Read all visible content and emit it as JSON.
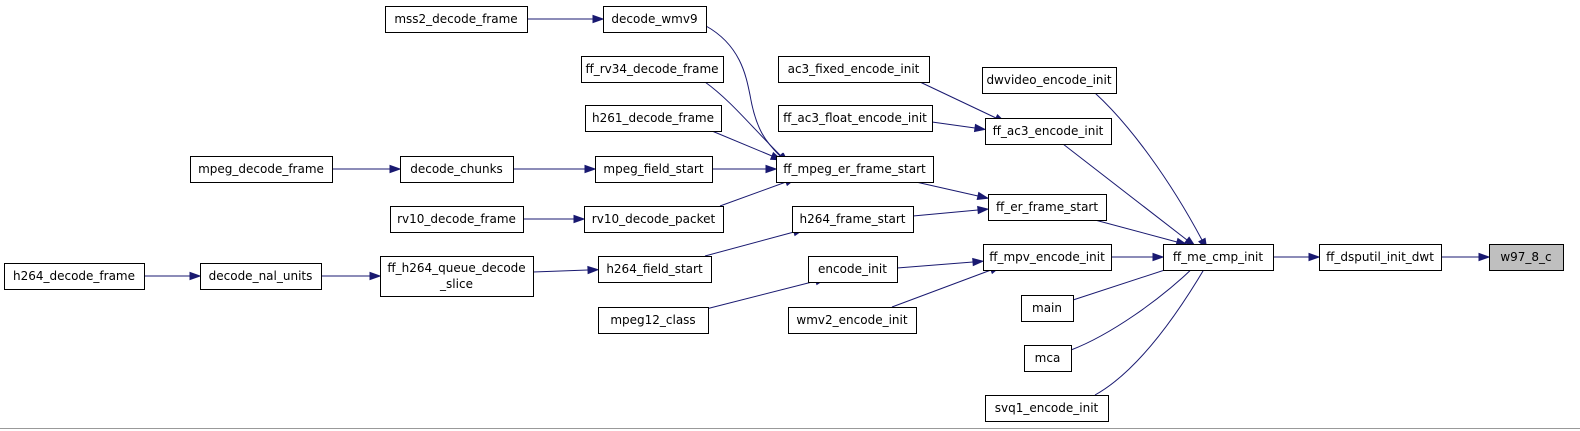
{
  "colors": {
    "edge": "#191970",
    "highlight_fill": "#bfbfbf",
    "node_fill": "#ffffff",
    "node_stroke": "#000000"
  },
  "graph": {
    "highlighted_node": "w97_8_c",
    "nodes": {
      "mss2": {
        "lines": [
          "mss2_decode_frame"
        ]
      },
      "dwmv9": {
        "lines": [
          "decode_wmv9"
        ]
      },
      "rv34": {
        "lines": [
          "ff_rv34_decode_frame"
        ]
      },
      "h261": {
        "lines": [
          "h261_decode_frame"
        ]
      },
      "mpegdec": {
        "lines": [
          "mpeg_decode_frame"
        ]
      },
      "chunks": {
        "lines": [
          "decode_chunks"
        ]
      },
      "field": {
        "lines": [
          "mpeg_field_start"
        ]
      },
      "rv10f": {
        "lines": [
          "rv10_decode_frame"
        ]
      },
      "rv10p": {
        "lines": [
          "rv10_decode_packet"
        ]
      },
      "h264df": {
        "lines": [
          "h264_decode_frame"
        ]
      },
      "nal": {
        "lines": [
          "decode_nal_units"
        ]
      },
      "queue": {
        "lines": [
          "ff_h264_queue_decode",
          "_slice"
        ]
      },
      "h264fs": {
        "lines": [
          "h264_field_start"
        ]
      },
      "h264frm": {
        "lines": [
          "h264_frame_start"
        ]
      },
      "mpeg12": {
        "lines": [
          "mpeg12_class"
        ]
      },
      "ac3fixed": {
        "lines": [
          "ac3_fixed_encode_init"
        ]
      },
      "ac3float": {
        "lines": [
          "ff_ac3_float_encode_init"
        ]
      },
      "ac3enc": {
        "lines": [
          "ff_ac3_encode_init"
        ]
      },
      "ermpeg": {
        "lines": [
          "ff_mpeg_er_frame_start"
        ]
      },
      "erframe": {
        "lines": [
          "ff_er_frame_start"
        ]
      },
      "encinit": {
        "lines": [
          "encode_init"
        ]
      },
      "wmv2": {
        "lines": [
          "wmv2_encode_init"
        ]
      },
      "mpvenc": {
        "lines": [
          "ff_mpv_encode_init"
        ]
      },
      "dwv": {
        "lines": [
          "dwvideo_encode_init"
        ]
      },
      "main": {
        "lines": [
          "main"
        ]
      },
      "mca": {
        "lines": [
          "mca"
        ]
      },
      "svq1": {
        "lines": [
          "svq1_encode_init"
        ]
      },
      "mecmp": {
        "lines": [
          "ff_me_cmp_init"
        ]
      },
      "dwt": {
        "lines": [
          "ff_dsputil_init_dwt"
        ]
      },
      "w97": {
        "lines": [
          "w97_8_c"
        ]
      }
    }
  }
}
